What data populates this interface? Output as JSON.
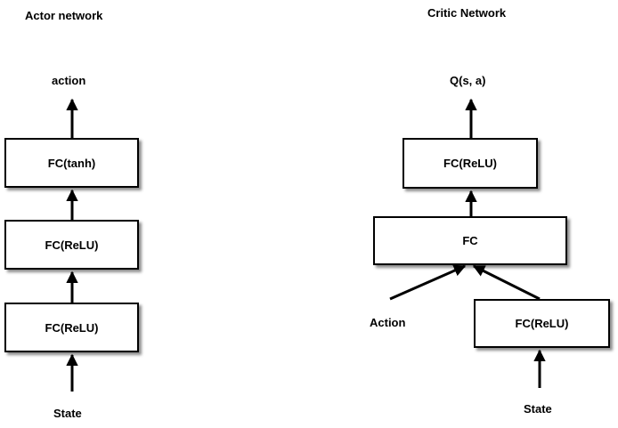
{
  "actor": {
    "title": "Actor network",
    "output": "action",
    "layers": [
      "FC(tanh)",
      "FC(ReLU)",
      "FC(ReLU)"
    ],
    "input": "State"
  },
  "critic": {
    "title": "Critic Network",
    "output": "Q(s, a)",
    "top_layer": "FC(ReLU)",
    "merge_layer": "FC",
    "state_layer": "FC(ReLU)",
    "action_input": "Action",
    "state_input": "State"
  }
}
